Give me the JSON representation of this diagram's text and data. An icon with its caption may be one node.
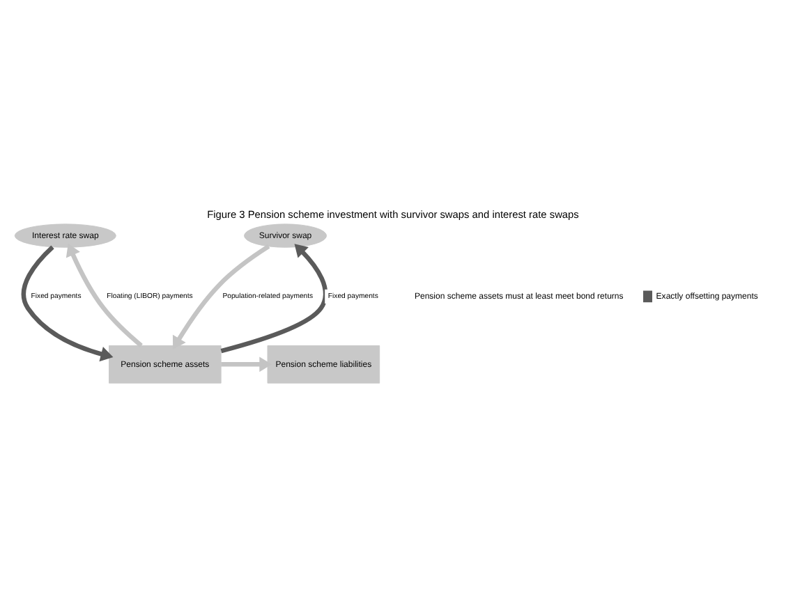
{
  "diagram": {
    "title": "Figure 3 Pension scheme investment with survivor swaps and interest rate swaps",
    "nodes": [
      {
        "text": [
          "Interest rate swap"
        ]
      },
      {
        "text": [
          "Survivor swap"
        ]
      },
      {
        "text": [
          "Pension scheme assets"
        ]
      },
      {
        "text": [
          "Pension scheme liabilities"
        ]
      }
    ],
    "edges": [
      {
        "from": 2,
        "to": 0,
        "arrow": "to",
        "label": "Floating (LIBOR) payments"
      },
      {
        "from": 0,
        "to": 2,
        "arrow": "to",
        "label": "Fixed payments",
        "color": "#5a5a5a"
      },
      {
        "from": 2,
        "to": 1,
        "arrow": "to",
        "label": "Fixed payments",
        "color": "#5a5a5a"
      },
      {
        "from": 1,
        "to": 2,
        "arrow": "to",
        "label": "Population-related payments"
      },
      {
        "from": 2,
        "to": 3,
        "arrow": "to"
      }
    ],
    "labels": [
      "Pension scheme assets must at least meet bond returns"
    ],
    "legend": [
      {
        "text": "Exactly offsetting payments",
        "color": "#5a5a5a"
      }
    ]
  }
}
